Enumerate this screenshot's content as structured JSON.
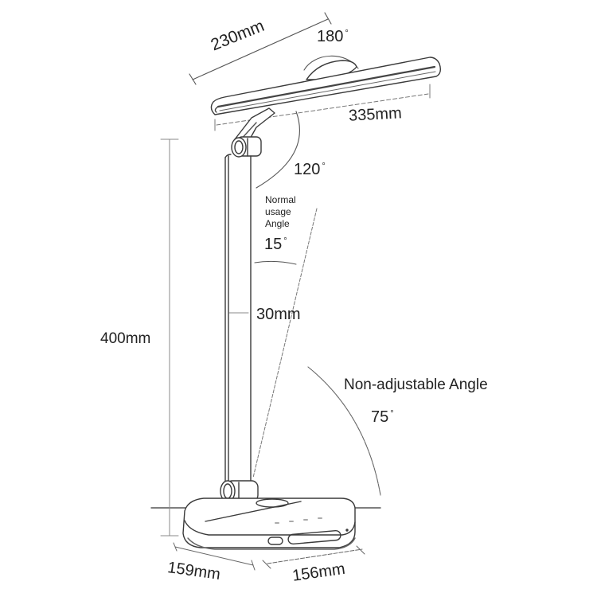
{
  "diagram": {
    "subject": "Desk lamp dimension diagram",
    "colors": {
      "line": "#3a3a3a",
      "dimension_line": "#8a8a8a",
      "text": "#222222",
      "background": "#ffffff"
    },
    "dimensions": {
      "head_depth": "230mm",
      "head_length": "335mm",
      "pole_height": "400mm",
      "pole_width": "30mm",
      "base_depth": "159mm",
      "base_width": "156mm"
    },
    "angles": {
      "head_rotation": {
        "value": "180",
        "unit": "°"
      },
      "head_tilt": {
        "value": "120",
        "unit": "°"
      },
      "normal_usage": {
        "label_lines": [
          "Normal",
          "usage",
          "Angle"
        ],
        "value": "15",
        "unit": "°"
      },
      "non_adjustable": {
        "label": "Non-adjustable Angle",
        "value": "75",
        "unit": "°"
      }
    }
  }
}
